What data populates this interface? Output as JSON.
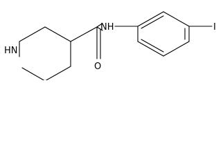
{
  "diagram": {
    "type": "chemical-structure",
    "atoms": {
      "piperidine_nh": "HN",
      "amide_nh": "NH",
      "carbonyl_o": "O",
      "iodine": "I"
    }
  }
}
